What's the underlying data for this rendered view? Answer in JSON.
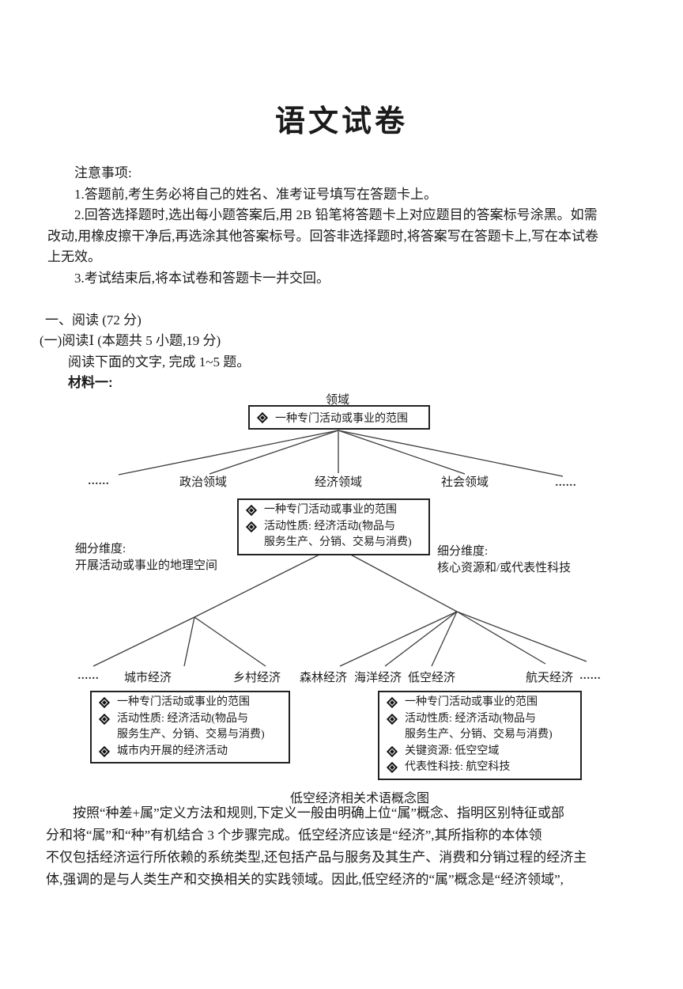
{
  "title": "语文试卷",
  "notices": {
    "lines": [
      "注意事项:",
      "1.答题前,考生务必将自己的姓名、准考证号填写在答题卡上。",
      "2.回答选择题时,选出每小题答案后,用 2B 铅笔将答题卡上对应题目的答案标号涂黑。如需",
      "改动,用橡皮擦干净后,再选涂其他答案标号。回答非选择题时,将答案写在答题卡上,写在本试卷",
      "上无效。",
      "3.考试结束后,将本试卷和答题卡一并交回。"
    ]
  },
  "sections": {
    "l1": "一、阅读 (72 分)",
    "l2": "(一)阅读Ⅰ (本题共 5 小题,19 分)",
    "l3": "阅读下面的文字, 完成 1~5 题。",
    "l4": "材料一:"
  },
  "diagram": {
    "root_label": "领域",
    "root_box_item": "一种专门活动或事业的范围",
    "level2": {
      "dots_left": "......",
      "n1": "政治领域",
      "n2": "经济领域",
      "n3": "社会领域",
      "dots_right": "......"
    },
    "mid_box": {
      "r1": "一种专门活动或事业的范围",
      "r2": "活动性质: 经济活动(物品与",
      "r3": "服务生产、分销、交易与消费)"
    },
    "dim_left": {
      "l1": "细分维度:",
      "l2": "开展活动或事业的地理空间"
    },
    "dim_right": {
      "l1": "细分维度:",
      "l2": "核心资源和/或代表性科技"
    },
    "level3": {
      "dots_left": "......",
      "n1": "城市经济",
      "n2": "乡村经济",
      "n3": "森林经济",
      "n4": "海洋经济",
      "n5": "低空经济",
      "n6": "航天经济",
      "dots_right": "......"
    },
    "left_box": {
      "r1": "一种专门活动或事业的范围",
      "r2": "活动性质: 经济活动(物品与",
      "r3": "服务生产、分销、交易与消费)",
      "r4": "城市内开展的经济活动"
    },
    "right_box": {
      "r1": "一种专门活动或事业的范围",
      "r2": "活动性质: 经济活动(物品与",
      "r3": "服务生产、分销、交易与消费)",
      "r4": "关键资源: 低空空域",
      "r5": "代表性科技: 航空科技"
    },
    "caption": "低空经济相关术语概念图"
  },
  "paragraph": {
    "lines": [
      "按照“种差+属”定义方法和规则,下定义一般由明确上位“属”概念、指明区别特征或部",
      "分和将“属”和“种”有机结合 3 个步骤完成。低空经济应该是“经济”,其所指称的本体领",
      "不仅包括经济运行所依赖的系统类型,还包括产品与服务及其生产、消费和分销过程的经济主",
      "体,强调的是与人类生产和交换相关的实践领域。因此,低空经济的“属”概念是“经济领域”,"
    ]
  }
}
